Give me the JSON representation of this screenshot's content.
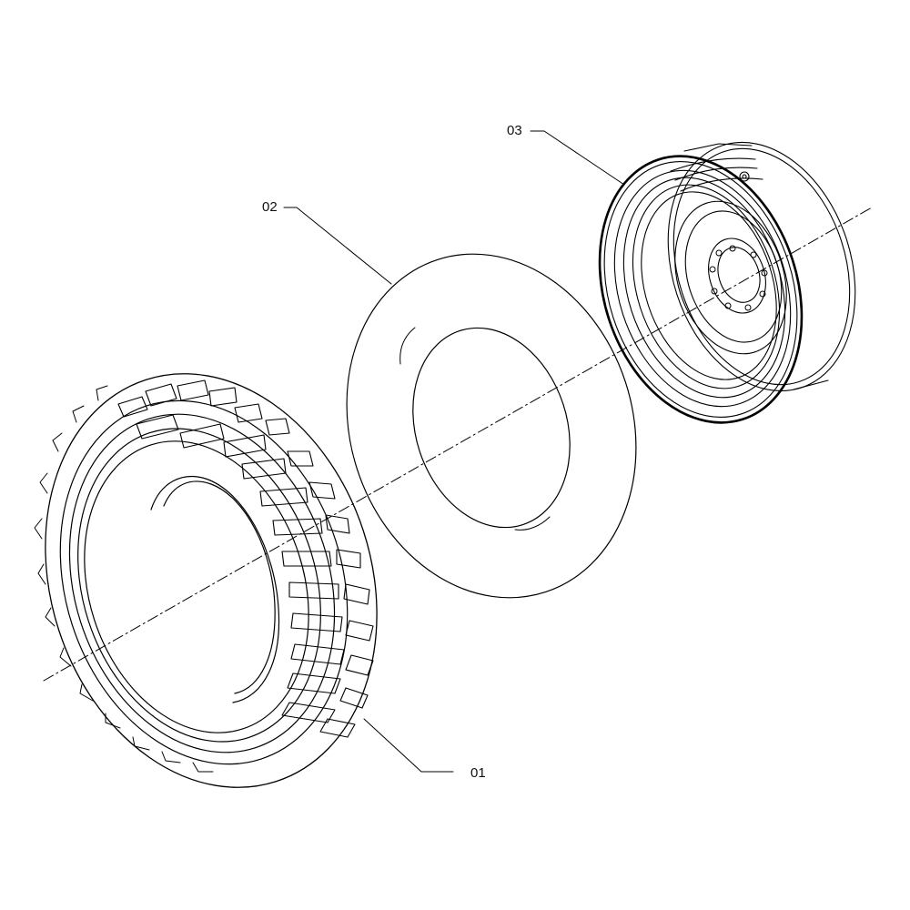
{
  "callouts": [
    {
      "id": "01",
      "label": "01"
    },
    {
      "id": "02",
      "label": "02"
    },
    {
      "id": "03",
      "label": "03"
    }
  ],
  "colors": {
    "line": "#000000",
    "background": "#ffffff"
  }
}
